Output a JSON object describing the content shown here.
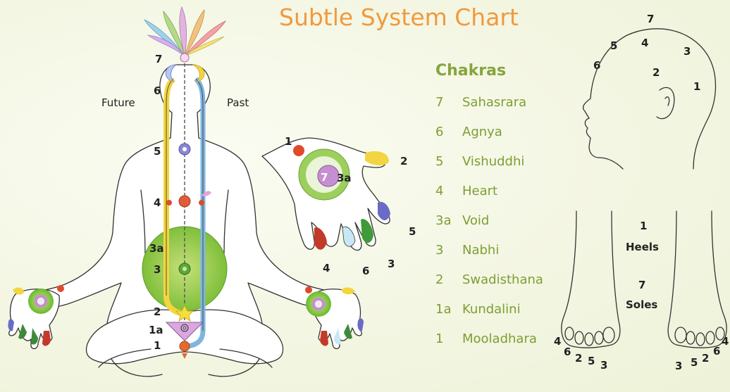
{
  "title": "Subtle System Chart",
  "chakras": {
    "heading": "Chakras",
    "items": [
      {
        "number": "7",
        "name": "Sahasrara"
      },
      {
        "number": "6",
        "name": "Agnya"
      },
      {
        "number": "5",
        "name": "Vishuddhi"
      },
      {
        "number": "4",
        "name": "Heart"
      },
      {
        "number": "3a",
        "name": "Void"
      },
      {
        "number": "3",
        "name": "Nabhi"
      },
      {
        "number": "2",
        "name": "Swadisthana"
      },
      {
        "number": "1a",
        "name": "Kundalini"
      },
      {
        "number": "1",
        "name": "Mooladhara"
      }
    ]
  },
  "figure": {
    "left_label": "Future",
    "right_label": "Past",
    "channel_numbers": [
      "7",
      "6",
      "5",
      "4",
      "3a",
      "3",
      "2",
      "1a",
      "1"
    ]
  },
  "hand": {
    "numbers": [
      "1",
      "7",
      "3a",
      "2",
      "5",
      "4",
      "6",
      "3"
    ]
  },
  "head": {
    "numbers": [
      "7",
      "5",
      "4",
      "3",
      "6",
      "2",
      "1"
    ]
  },
  "feet": {
    "heels_number": "1",
    "heels_label": "Heels",
    "soles_number": "7",
    "soles_label": "Soles",
    "left_toes": [
      "4",
      "6",
      "2",
      "5",
      "3"
    ],
    "right_toes": [
      "3",
      "5",
      "2",
      "6",
      "4"
    ]
  },
  "colors": {
    "title": "#f09a3e",
    "chakra_text": "#7d9e35",
    "left_channel": "#f2d540",
    "right_channel": "#7fb6e0",
    "void_green": "#86c43e",
    "red_dot": "#e04a2a"
  }
}
